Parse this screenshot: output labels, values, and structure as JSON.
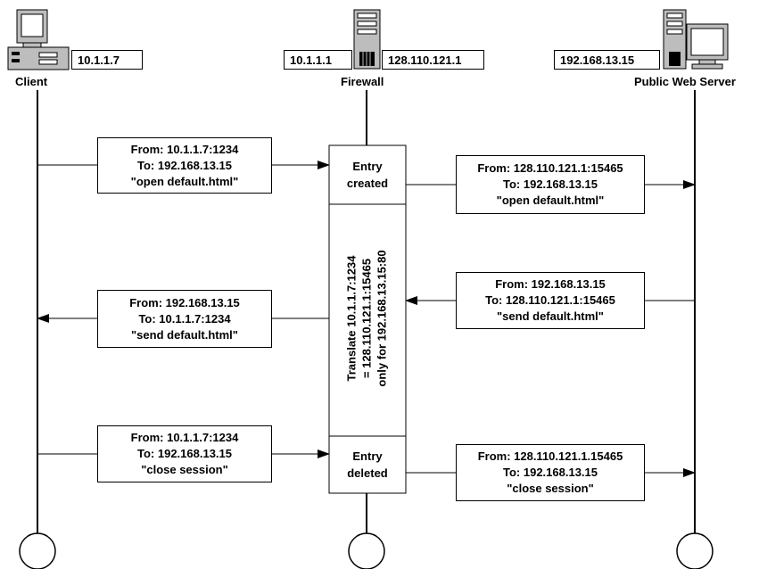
{
  "nodes": {
    "client": {
      "label": "Client",
      "ip": "10.1.1.7"
    },
    "firewall": {
      "label": "Firewall",
      "inside_ip": "10.1.1.1",
      "outside_ip": "128.110.121.1"
    },
    "server": {
      "label": "Public Web Server",
      "ip": "192.168.13.15"
    }
  },
  "firewall_table": {
    "entry_created": [
      "Entry",
      "created"
    ],
    "translation": [
      "Translate 10.1.1.7:1234",
      "= 128.110.121.1:15465",
      "only for 192.168.13.15:80"
    ],
    "entry_deleted": [
      "Entry",
      "deleted"
    ]
  },
  "messages": [
    {
      "lines": [
        "From: 10.1.1.7:1234",
        "To: 192.168.13.15",
        "\"open default.html\""
      ]
    },
    {
      "lines": [
        "From: 128.110.121.1:15465",
        "To: 192.168.13.15",
        "\"open default.html\""
      ]
    },
    {
      "lines": [
        "From: 192.168.13.15",
        "To: 128.110.121.1:15465",
        "\"send default.html\""
      ]
    },
    {
      "lines": [
        "From: 192.168.13.15",
        "To: 10.1.1.7:1234",
        "\"send default.html\""
      ]
    },
    {
      "lines": [
        "From: 10.1.1.7:1234",
        "To: 192.168.13.15",
        "\"close session\""
      ]
    },
    {
      "lines": [
        "From: 128.110.121.1.15465",
        "To: 192.168.13.15",
        "\"close session\""
      ]
    }
  ]
}
